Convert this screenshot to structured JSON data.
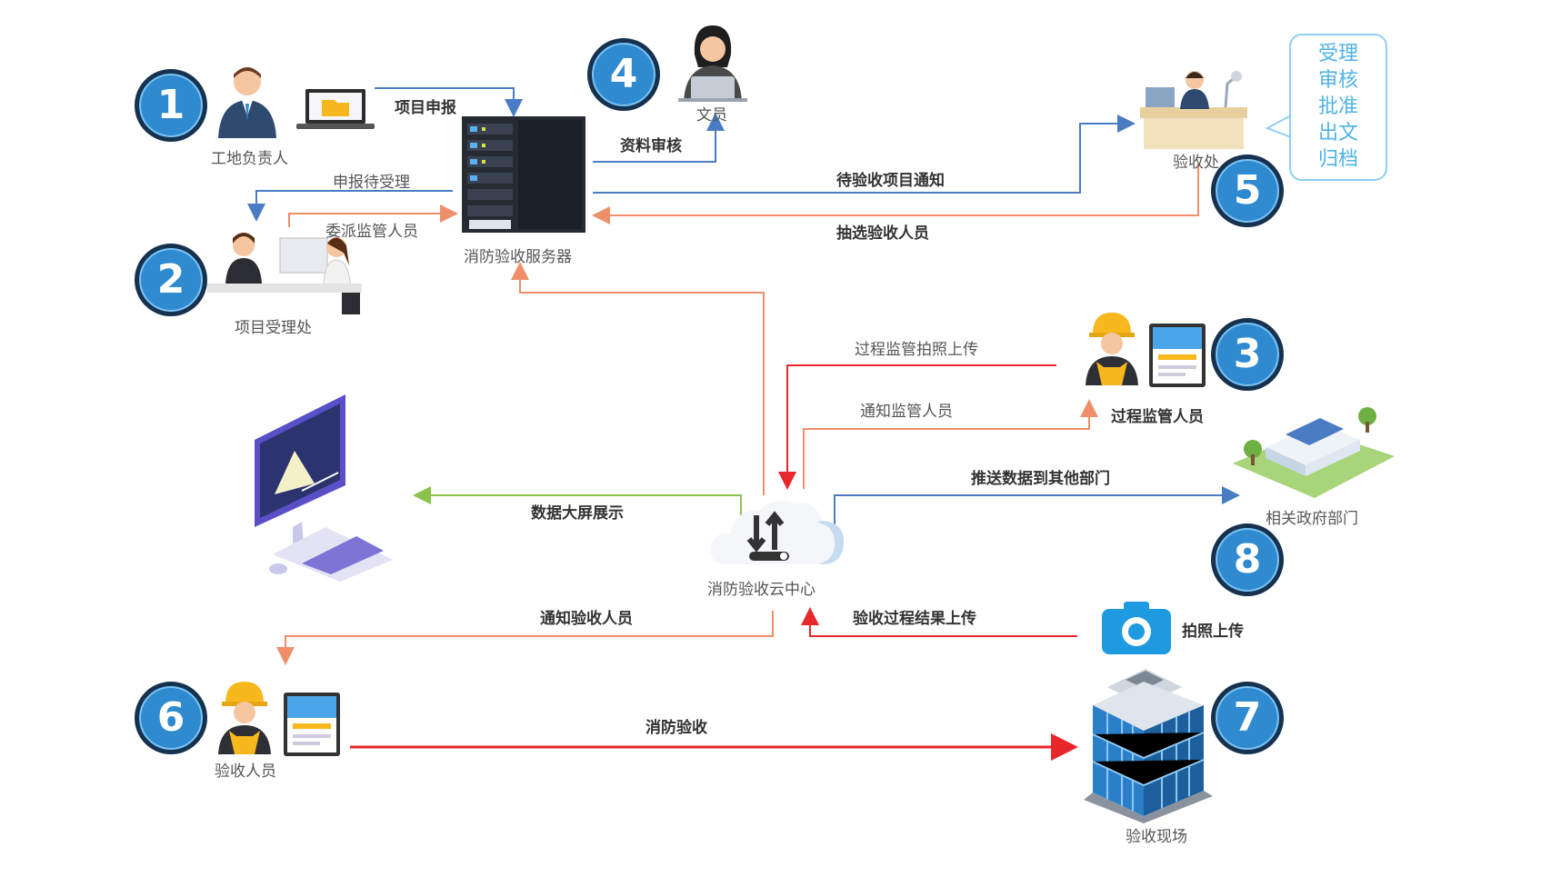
{
  "numbers": [
    "1",
    "2",
    "3",
    "4",
    "5",
    "6",
    "7",
    "8"
  ],
  "nodes": {
    "site_owner": "工地负责人",
    "acceptance_office": "项目受理处",
    "server": "消防验收服务器",
    "clerk": "文员",
    "inspection_office": "验收处",
    "process_supervisor": "过程监管人员",
    "gov_departments": "相关政府部门",
    "cloud_center": "消防验收云中心",
    "photo_upload": "拍照上传",
    "inspector": "验收人员",
    "site": "验收现场"
  },
  "bubble": [
    "受理",
    "审核",
    "批准",
    "出文",
    "归档"
  ],
  "edges": {
    "project_apply": "项目申报",
    "pending_accept": "申报待受理",
    "assign_supervisor": "委派监管人员",
    "material_review": "资料审核",
    "notify_projects": "待验收项目通知",
    "select_inspectors": "抽选验收人员",
    "process_photo_upload": "过程监管拍照上传",
    "notify_supervisor": "通知监管人员",
    "push_data": "推送数据到其他部门",
    "big_screen": "数据大屏展示",
    "notify_inspectors": "通知验收人员",
    "result_upload": "验收过程结果上传",
    "fire_inspection": "消防验收"
  },
  "colors": {
    "blue": "#4a7cc4",
    "orange": "#ef8f6a",
    "red": "#e8272a",
    "green": "#8bc34a",
    "badge": "#2f8ad0"
  },
  "icons": [
    "person-icon",
    "laptop-icon",
    "server-icon",
    "clerk-icon",
    "desk-icon",
    "worker-icon",
    "tablet-icon",
    "monitor-icon",
    "cloud-icon",
    "camera-icon",
    "building-icon",
    "gov-building-icon"
  ]
}
